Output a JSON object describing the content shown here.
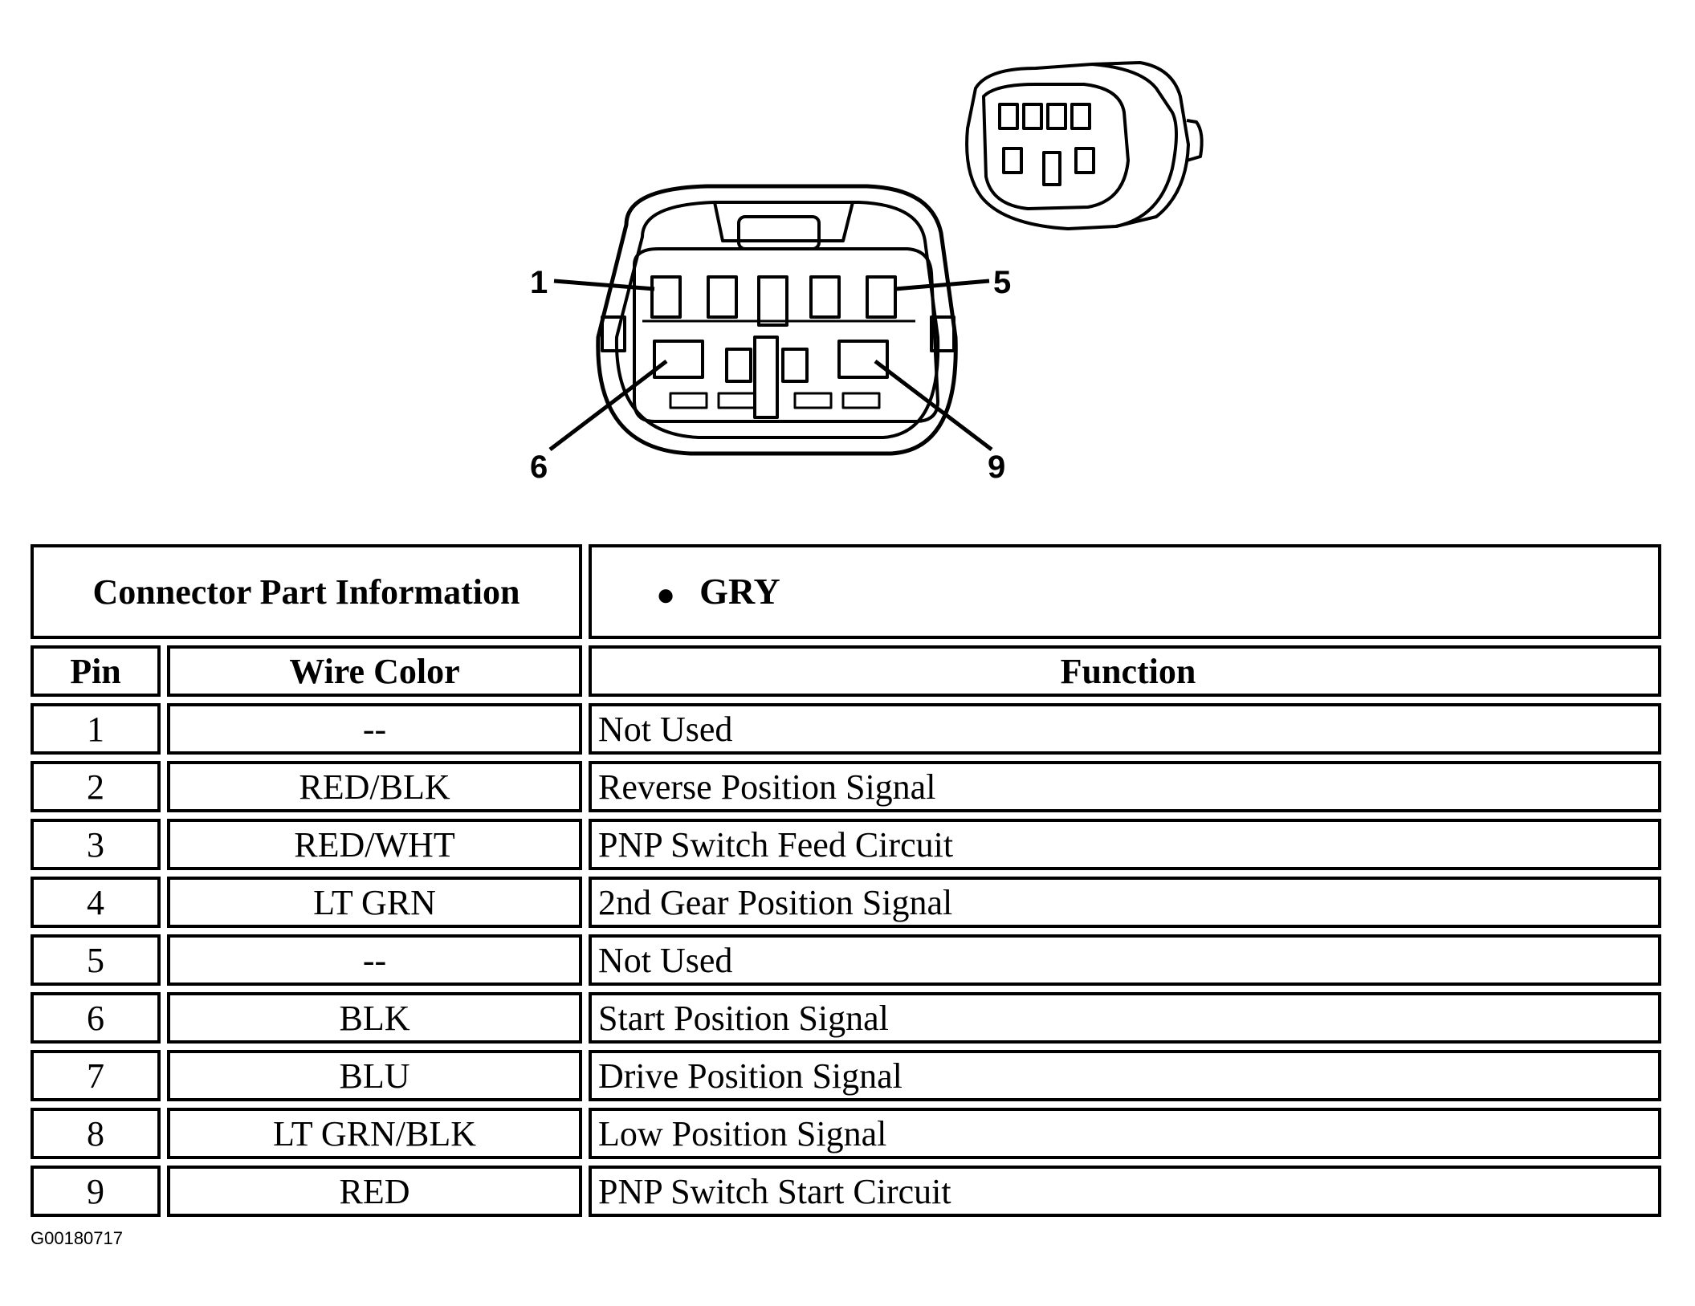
{
  "callouts": {
    "pin1": "1",
    "pin5": "5",
    "pin6": "6",
    "pin9": "9"
  },
  "table": {
    "part_info_label": "Connector Part Information",
    "part_info_items": [
      "GRY"
    ],
    "headers": {
      "pin": "Pin",
      "wire_color": "Wire Color",
      "function": "Function"
    },
    "rows": [
      {
        "pin": "1",
        "wire_color": "--",
        "function": "Not Used"
      },
      {
        "pin": "2",
        "wire_color": "RED/BLK",
        "function": "Reverse Position Signal"
      },
      {
        "pin": "3",
        "wire_color": "RED/WHT",
        "function": "PNP Switch Feed Circuit"
      },
      {
        "pin": "4",
        "wire_color": "LT GRN",
        "function": "2nd Gear Position Signal"
      },
      {
        "pin": "5",
        "wire_color": "--",
        "function": "Not Used"
      },
      {
        "pin": "6",
        "wire_color": "BLK",
        "function": "Start Position Signal"
      },
      {
        "pin": "7",
        "wire_color": "BLU",
        "function": "Drive Position Signal"
      },
      {
        "pin": "8",
        "wire_color": "LT GRN/BLK",
        "function": "Low Position Signal"
      },
      {
        "pin": "9",
        "wire_color": "RED",
        "function": "PNP Switch Start Circuit"
      }
    ]
  },
  "figure_id": "G00180717"
}
